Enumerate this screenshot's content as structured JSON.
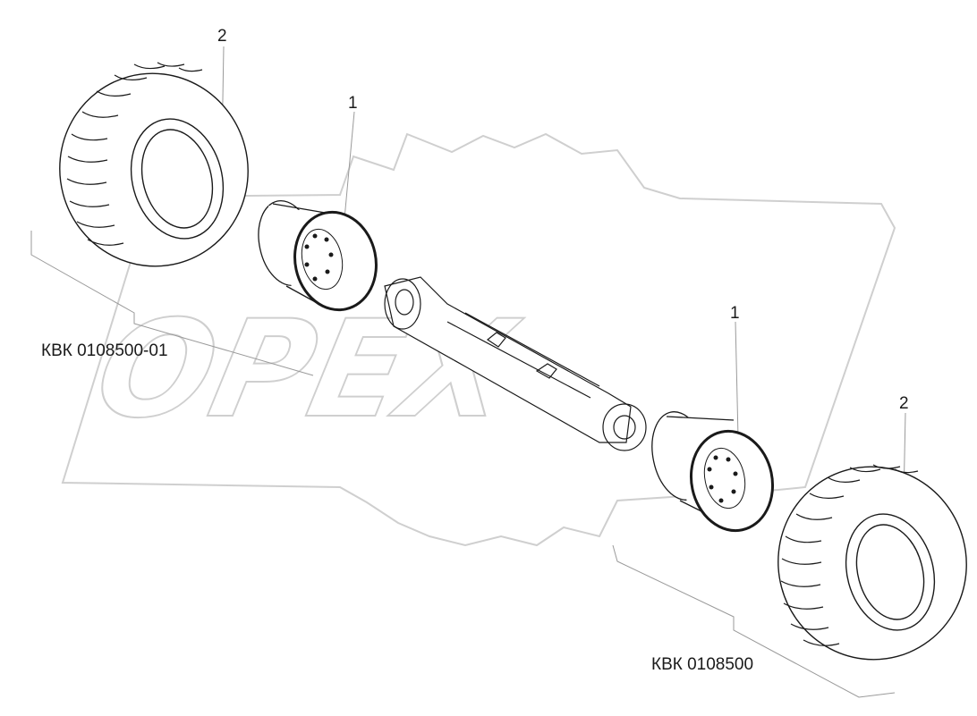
{
  "callouts": {
    "rim_left": "1",
    "tire_left": "2",
    "rim_right": "1",
    "tire_right": "2"
  },
  "assembly_codes": {
    "left": "КВК 0108500-01",
    "right": "КВК 0108500"
  },
  "watermark": {
    "text": "OPEX",
    "color": "#cfcfcf"
  },
  "colors": {
    "line": "#1a1a1a",
    "leader": "#9a9a9a"
  }
}
